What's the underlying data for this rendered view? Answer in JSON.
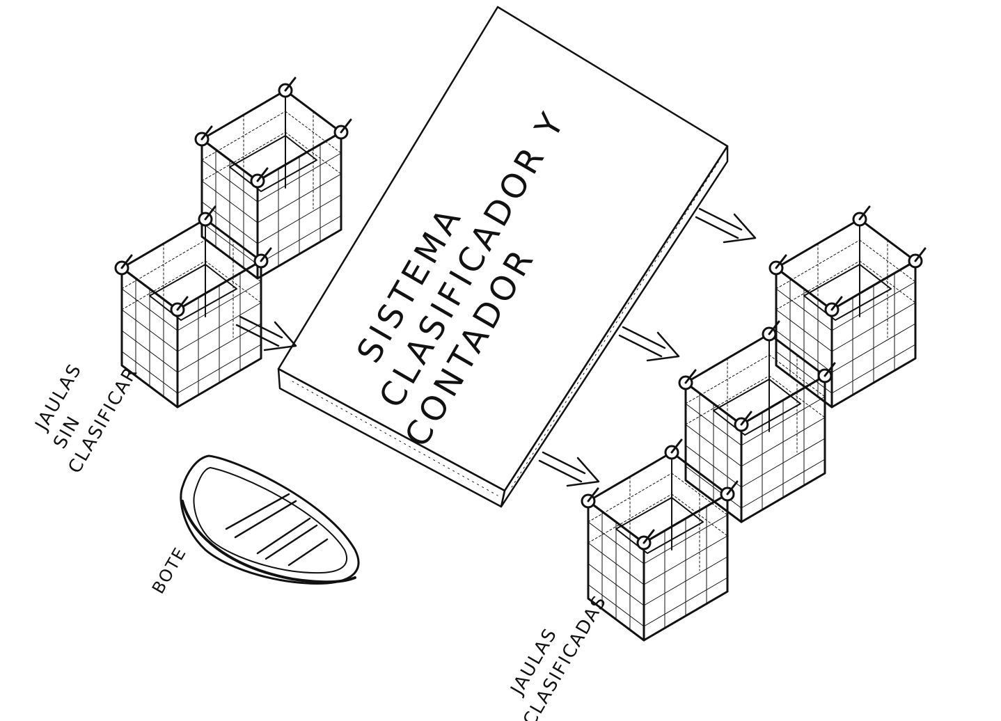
{
  "platform": {
    "lines": [
      "SISTEMA",
      "CLASIFICADOR Y",
      "CONTADOR"
    ]
  },
  "labels": {
    "unsorted": [
      "JAULAS",
      "SIN",
      "CLASIFICAR"
    ],
    "sorted": [
      "JAULAS",
      "CLASIFICADAS"
    ],
    "boat": "BOTE"
  },
  "colors": {
    "ink": "#111111",
    "paper": "#ffffff"
  }
}
